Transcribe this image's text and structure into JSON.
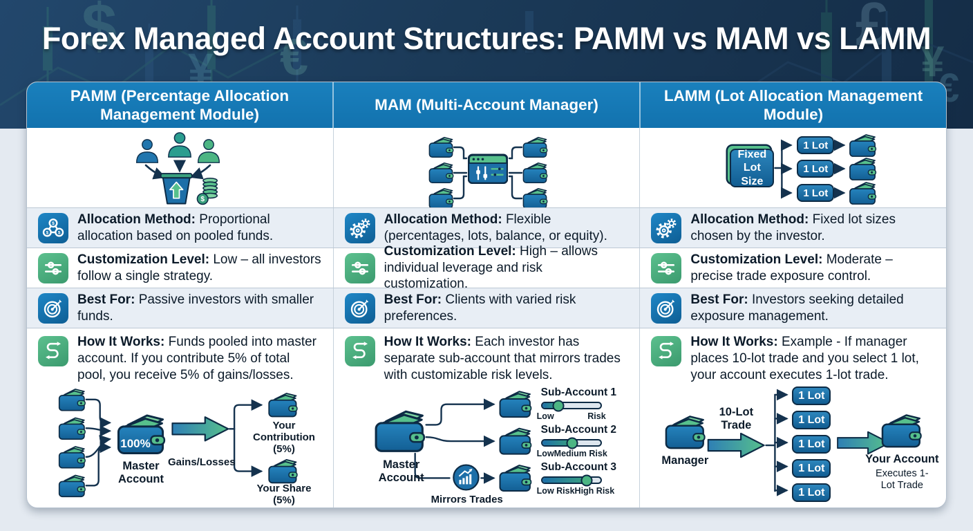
{
  "page": {
    "title": "Forex Managed Account Structures: PAMM vs MAM vs LAMM",
    "bg_symbols": [
      "$",
      "¥",
      "€",
      "£",
      "¥",
      "€"
    ]
  },
  "colors": {
    "hero_navy": "#1b3a58",
    "header_blue": "#1478b6",
    "row_alt": "#e8eef5",
    "icon_blue": "#1371ad",
    "icon_green": "#4cb583",
    "wallet_blue": "#1d6fa8",
    "money_green": "#57c08c",
    "outline_navy": "#0d2b45"
  },
  "columns": [
    {
      "key": "pamm",
      "header": "PAMM (Percentage Allocation Management Module)",
      "features": [
        {
          "icon": "network-icon",
          "label": "Allocation Method:",
          "text": "Proportional allocation based on pooled funds."
        },
        {
          "icon": "sliders-icon",
          "label": "Customization Level:",
          "text": "Low – all investors follow a single strategy."
        },
        {
          "icon": "target-icon",
          "label": "Best For:",
          "text": "Passive investors with smaller funds."
        },
        {
          "icon": "flow-icon",
          "label": "How It Works:",
          "text": "Funds pooled into master account. If you contribute 5% of total pool, you receive 5% of gains/losses."
        }
      ],
      "diagram": {
        "master_value": "100%",
        "master_label": "Master Account",
        "arrow_label": "Gains/Losses",
        "output1": "Your Contribution (5%)",
        "output2": "Your Share (5%)"
      }
    },
    {
      "key": "mam",
      "header": "MAM (Multi-Account Manager)",
      "features": [
        {
          "icon": "gears-icon",
          "label": "Allocation Method:",
          "text": "Flexible (percentages, lots, balance, or equity)."
        },
        {
          "icon": "sliders-icon",
          "label": "Customization Level:",
          "text": "High – allows individual leverage and risk customization."
        },
        {
          "icon": "target-icon",
          "label": "Best For:",
          "text": "Clients with varied risk preferences."
        },
        {
          "icon": "flow-icon",
          "label": "How It Works:",
          "text": "Each investor has separate sub-account that mirrors trades with customizable risk levels."
        }
      ],
      "diagram": {
        "master_label": "Master Account",
        "mirrors_label": "Mirrors Trades",
        "subaccounts": [
          {
            "name": "Sub-Account 1",
            "left": "Low",
            "right": "Risk",
            "knob": "28%"
          },
          {
            "name": "Sub-Account 2",
            "left": "Low",
            "right": "Medium Risk",
            "knob": "52%"
          },
          {
            "name": "Sub-Account 3",
            "left": "Low Risk",
            "right": "High Risk",
            "knob": "76%"
          }
        ]
      }
    },
    {
      "key": "lamm",
      "header": "LAMM (Lot Allocation Management Module)",
      "illustration": {
        "fixed_label": "Fixed Lot Size",
        "lot_label": "1 Lot"
      },
      "features": [
        {
          "icon": "gears-icon",
          "label": "Allocation Method:",
          "text": "Fixed lot sizes chosen by the investor."
        },
        {
          "icon": "sliders-icon",
          "label": "Customization Level:",
          "text": "Moderate – precise trade exposure control."
        },
        {
          "icon": "target-icon",
          "label": "Best For:",
          "text": "Investors seeking detailed exposure management."
        },
        {
          "icon": "flow-icon",
          "label": "How It Works:",
          "text": "Example - If manager places 10-lot trade and you select 1 lot, your account executes 1-lot trade."
        }
      ],
      "diagram": {
        "manager_label": "Manager",
        "trade_label": "10-Lot Trade",
        "lot_label": "1 Lot",
        "account_label": "Your Account",
        "account_sub": "Executes 1-Lot Trade"
      }
    }
  ]
}
